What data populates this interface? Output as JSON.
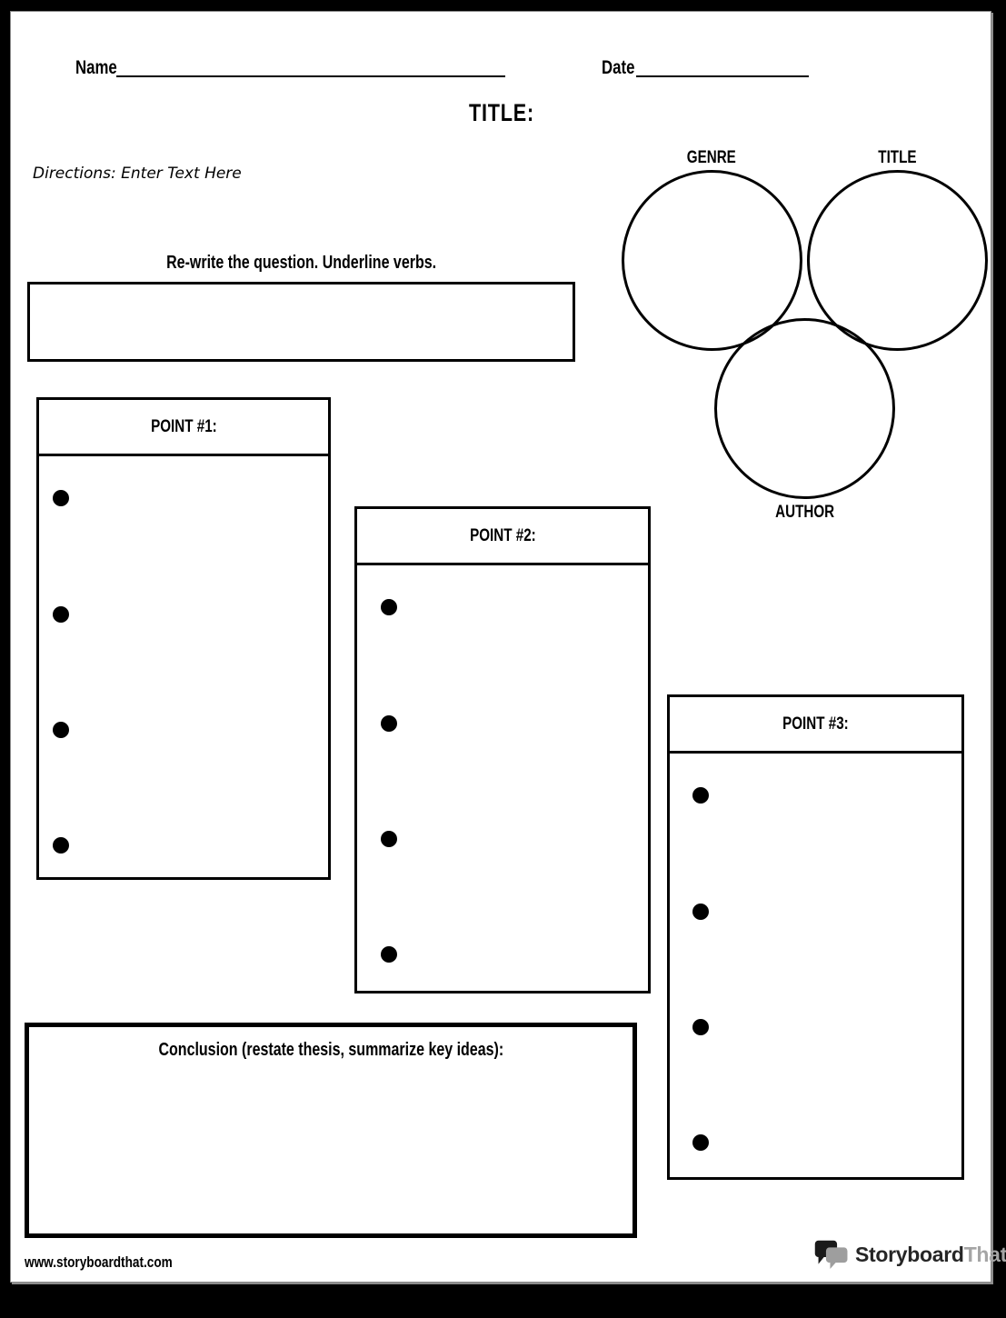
{
  "header": {
    "name_label": "Name",
    "date_label": "Date",
    "title": "TITLE:",
    "directions": "Directions: Enter Text Here"
  },
  "venn": {
    "genre_label": "GENRE",
    "title_label": "TITLE",
    "author_label": "AUTHOR"
  },
  "question": {
    "heading": "Re-write the question. Underline verbs."
  },
  "points": [
    {
      "heading": "POINT #1:"
    },
    {
      "heading": "POINT #2:"
    },
    {
      "heading": "POINT #3:"
    }
  ],
  "conclusion": {
    "heading": "Conclusion (restate thesis, summarize key ideas):"
  },
  "footer": {
    "website": "www.storyboardthat.com",
    "logo": {
      "part1": "Storyboard",
      "part2": "That"
    }
  },
  "colors": {
    "ink": "#000000",
    "logo_dark": "#262626",
    "logo_gray": "#a5a5a5"
  }
}
